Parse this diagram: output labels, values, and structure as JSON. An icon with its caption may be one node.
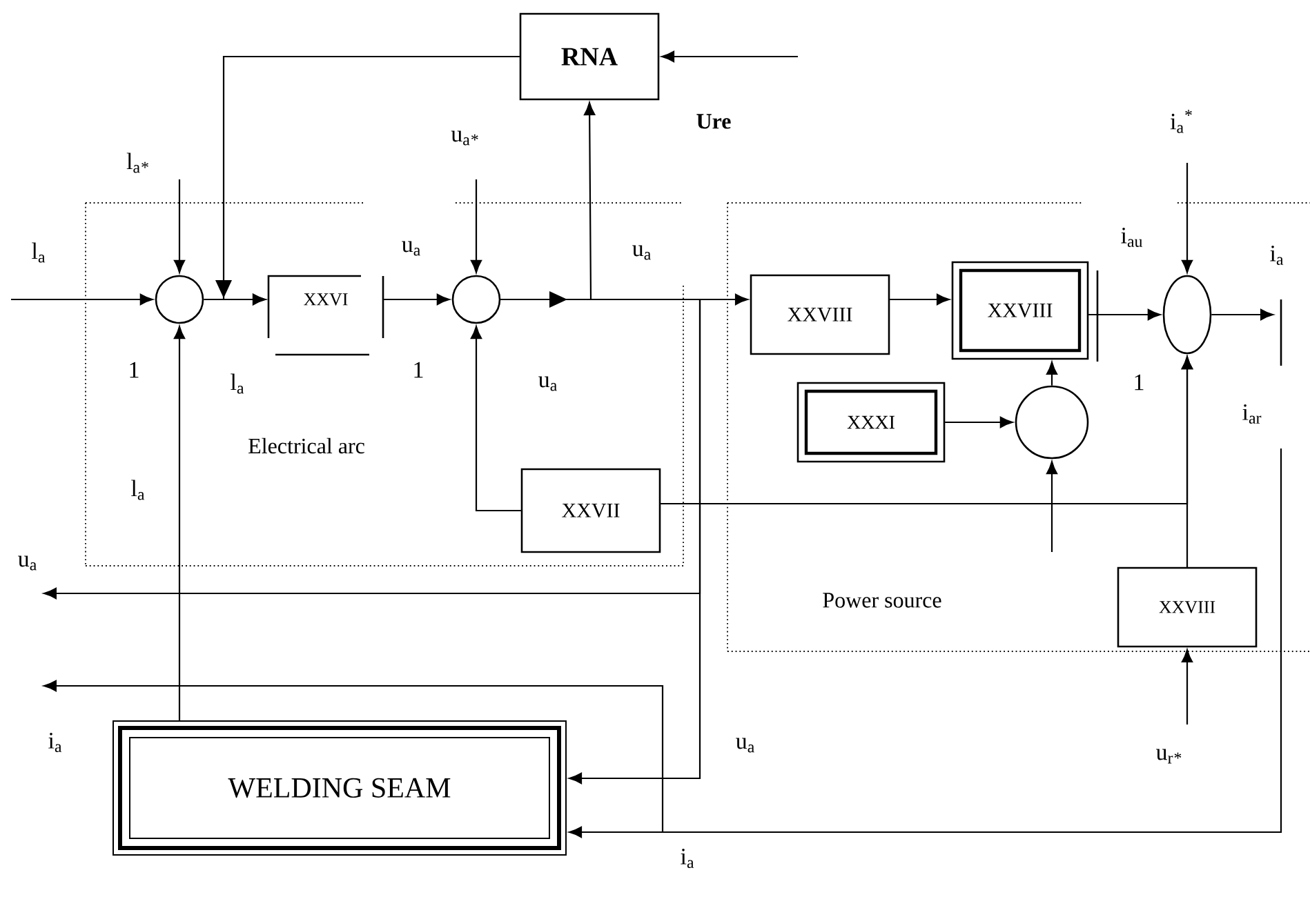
{
  "diagram": {
    "nodes": [
      {
        "text": [
          "RNA"
        ]
      },
      {
        "text": [
          "Electrical arc"
        ]
      },
      {
        "text": [],
        "shape": "circle",
        "in": 1
      },
      {
        "text": [
          "XXVI"
        ],
        "in": 1
      },
      {
        "text": [],
        "shape": "circle",
        "in": 1
      },
      {
        "text": [
          "XXVII"
        ],
        "in": 1
      },
      {
        "text": [
          "Power source"
        ]
      },
      {
        "text": [
          "XXVIII"
        ],
        "in": 6
      },
      {
        "text": [
          "XXVIII"
        ],
        "in": 6
      },
      {
        "text": [
          "XXXI"
        ],
        "in": 6
      },
      {
        "text": [],
        "shape": "circle",
        "in": 6
      },
      {
        "text": [],
        "shape": "ellipse",
        "in": 6
      },
      {
        "text": [
          "XXVIII"
        ],
        "in": 6
      },
      {
        "text": [
          "WELDING SEAM"
        ]
      }
    ],
    "edges": [
      {
        "from": null,
        "to": 2,
        "arrow": "to"
      },
      {
        "from": null,
        "to": 2,
        "arrow": "to"
      },
      {
        "from": 0,
        "to": 3,
        "arrow": "to"
      },
      {
        "from": 2,
        "to": 3,
        "arrow": "to"
      },
      {
        "from": 3,
        "to": 4,
        "arrow": "to"
      },
      {
        "from": null,
        "to": 4,
        "arrow": "to"
      },
      {
        "from": 4,
        "to": 7,
        "arrow": "to"
      },
      {
        "from": 4,
        "to": 0,
        "arrow": "to"
      },
      {
        "from": null,
        "to": 0,
        "arrow": "to"
      },
      {
        "from": 5,
        "to": 4,
        "arrow": "to"
      },
      {
        "from": 5,
        "to": 11,
        "arrow": "to"
      },
      {
        "from": 12,
        "to": 11,
        "arrow": "to"
      },
      {
        "from": 7,
        "to": 8,
        "arrow": "to"
      },
      {
        "from": 8,
        "to": 11,
        "arrow": "to"
      },
      {
        "from": 9,
        "to": 10,
        "arrow": "to"
      },
      {
        "from": 10,
        "to": 8,
        "arrow": "to"
      },
      {
        "from": null,
        "to": 10,
        "arrow": "to"
      },
      {
        "from": null,
        "to": 11,
        "arrow": "to"
      },
      {
        "from": 11,
        "to": null,
        "arrow": "to"
      },
      {
        "from": null,
        "to": 13,
        "arrow": "to"
      },
      {
        "from": 4,
        "to": 13,
        "arrow": "to"
      },
      {
        "from": 4,
        "to": null,
        "arrow": "to"
      },
      {
        "from": 13,
        "to": 2,
        "arrow": "to"
      },
      {
        "from": null,
        "to": 12,
        "arrow": "to"
      }
    ],
    "labels": [
      "l$_{a}$$_{*}$",
      "u$_{a}$$_{*}$",
      "Ure",
      "i$_{a}$$^{*}$",
      "l$_{a}$",
      "u$_{a}$",
      "u$_{a}$",
      "i$_{au}$",
      "i$_{a}$",
      "1",
      "l$_{a}$",
      "1",
      "u$_{a}$",
      "1",
      "i$_{ar}$",
      "l$_{a}$",
      "u$_{a}$",
      "i$_{a}$",
      "u$_{a}$",
      "u$_{r}$$_{*}$",
      "i$_{a}$"
    ]
  }
}
